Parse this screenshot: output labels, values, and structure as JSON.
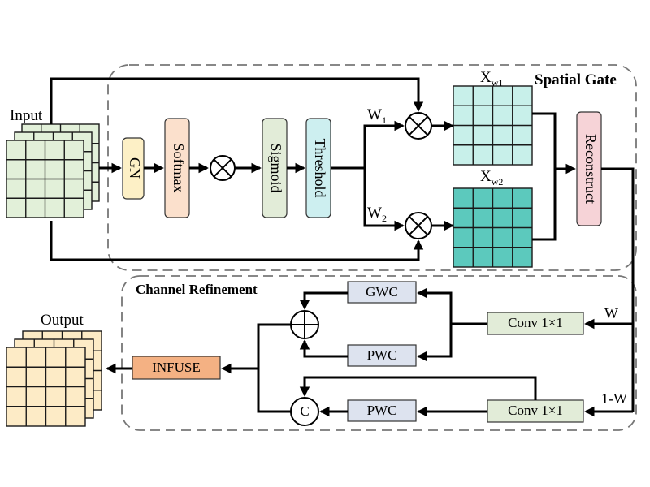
{
  "labels": {
    "input": "Input",
    "output": "Output",
    "spatial_gate": "Spatial Gate",
    "channel_refinement": "Channel Refinement",
    "gn": "GN",
    "softmax": "Softmax",
    "sigmoid": "Sigmoid",
    "threshold": "Threshold",
    "reconstruct": "Reconstruct",
    "w1_base": "W",
    "w1_sub": "1",
    "w2_base": "W",
    "w2_sub": "2",
    "xw1_base": "X",
    "xw1_sub": "w1",
    "xw2_base": "X",
    "xw2_sub": "w2",
    "gwc": "GWC",
    "pwc_top": "PWC",
    "pwc_bottom": "PWC",
    "conv_top": "Conv 1×1",
    "conv_bottom": "Conv 1×1",
    "w_label": "W",
    "one_minus_w": "1-W",
    "infuse": "INFUSE",
    "concat": "C"
  },
  "colors": {
    "input_grid": "#e2f0d9",
    "output_grid": "#fdebc6",
    "xw1_grid": "#c8f0ea",
    "xw2_grid": "#5cc9bd",
    "gn_fill": "#fdf0c6",
    "gn_stroke": "#c9a24c",
    "softmax_fill": "#fbe0cc",
    "sigmoid_fill": "#e2ecd8",
    "threshold_fill": "#cdeff0",
    "reconstruct_fill": "#f6d3d7",
    "gwc_fill": "#dde3ef",
    "pwc_fill": "#dde3ef",
    "conv_fill": "#e2ecd8",
    "infuse_fill": "#f4b183",
    "region_stroke": "#777777"
  }
}
